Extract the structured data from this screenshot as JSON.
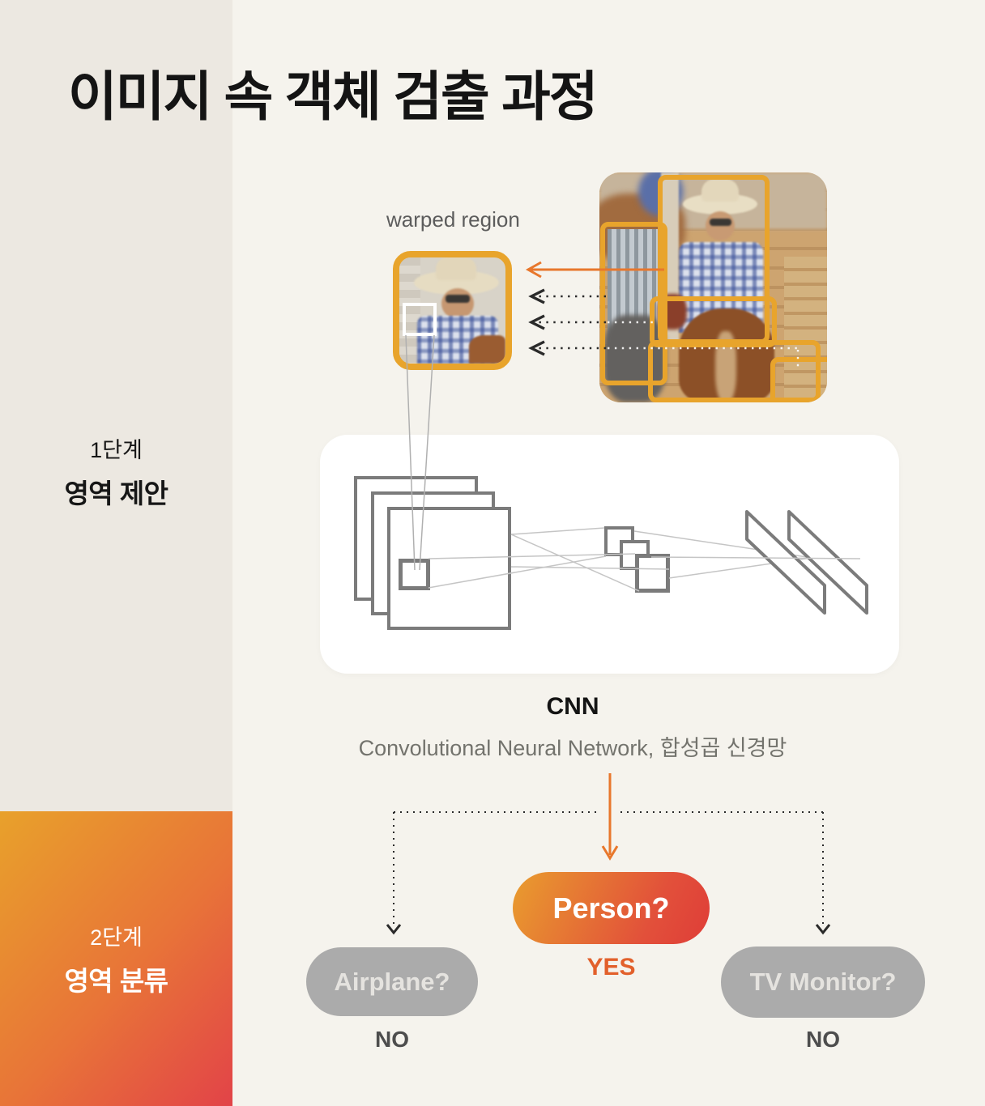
{
  "title": "이미지 속 객체 검출 과정",
  "sidebar": {
    "step1": {
      "label": "1단계",
      "title": "영역 제안"
    },
    "step2": {
      "label": "2단계",
      "title": "영역 분류"
    }
  },
  "stage1": {
    "warped_region_label": "warped region",
    "cnn": {
      "name": "CNN",
      "subtitle": "Convolutional Neural Network, 합성곱 신경망"
    }
  },
  "stage2": {
    "person": {
      "label": "Person?",
      "answer": "YES"
    },
    "airplane": {
      "label": "Airplane?",
      "answer": "NO"
    },
    "tv_monitor": {
      "label": "TV Monitor?",
      "answer": "NO"
    }
  },
  "colors": {
    "main_background": "#F5F3ED",
    "sidebar_beige": "#ECE8E1",
    "sidebar_gradient_start": "#E8A12B",
    "sidebar_gradient_end": "#E24348",
    "bounding_box_orange": "#E8A42C",
    "arrow_orange": "#E8772C",
    "person_pill_gradient_start": "#E99D2E",
    "person_pill_gradient_end": "#DF3D38",
    "gray_pill": "#ABABAB",
    "yes_text": "#E2602B",
    "no_text": "#4D4D4D",
    "diagram_stroke_gray": "#7B7B7B"
  }
}
